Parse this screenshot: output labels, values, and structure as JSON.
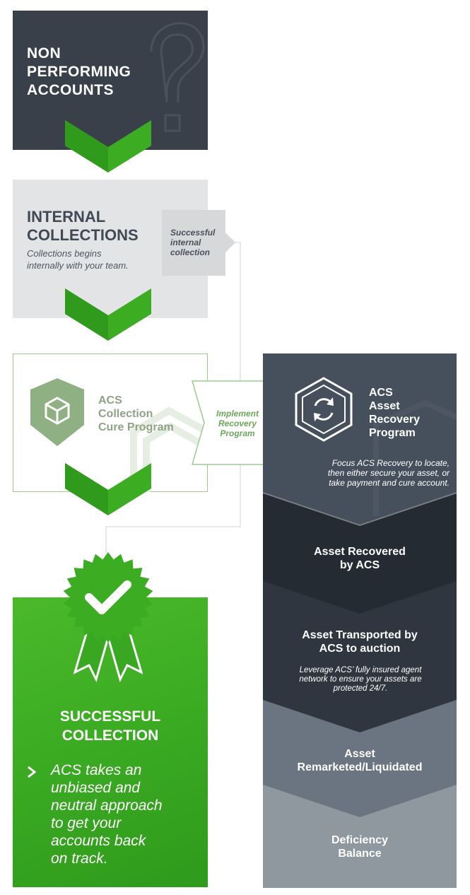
{
  "non_performing": {
    "line1": "NON",
    "line2": "PERFORMING",
    "line3": "ACCOUNTS"
  },
  "internal": {
    "line1": "INTERNAL",
    "line2": "COLLECTIONS",
    "desc1": "Collections begins",
    "desc2": "internally with your team."
  },
  "tag_internal": {
    "line1": "Successful",
    "line2": "internal",
    "line3": "collection"
  },
  "cure": {
    "line1": "ACS",
    "line2": "Collection",
    "line3": "Cure Program"
  },
  "tag_recovery": {
    "line1": "Implement",
    "line2": "Recovery",
    "line3": "Program"
  },
  "asset_recovery": {
    "line1": "ACS",
    "line2": "Asset",
    "line3": "Recovery",
    "line4": "Program",
    "desc1": "Focus ACS Recovery to locate,",
    "desc2": "then either secure your asset, or",
    "desc3": "take payment and cure account."
  },
  "recovered": {
    "line1": "Asset Recovered",
    "line2": "by ACS"
  },
  "transported": {
    "line1": "Asset Transported by",
    "line2": "ACS to auction",
    "desc1": "Leverage ACS’ fully insured agent",
    "desc2": "network to ensure your assets are",
    "desc3": "protected 24/7."
  },
  "remarketed": {
    "line1": "Asset",
    "line2": "Remarketed/Liquidated"
  },
  "deficiency": {
    "line1": "Deficiency",
    "line2": "Balance"
  },
  "success": {
    "line1": "SUCCESSFUL",
    "line2": "COLLECTION",
    "desc1": "ACS takes an",
    "desc2": "unbiased and",
    "desc3": "neutral approach",
    "desc4": "to get your",
    "desc5": "accounts back",
    "desc6": "on track."
  },
  "colors": {
    "dark": "#3a4049",
    "green": "#3cac23",
    "light_gray": "#e3e4e6",
    "slate": "#46505d"
  }
}
